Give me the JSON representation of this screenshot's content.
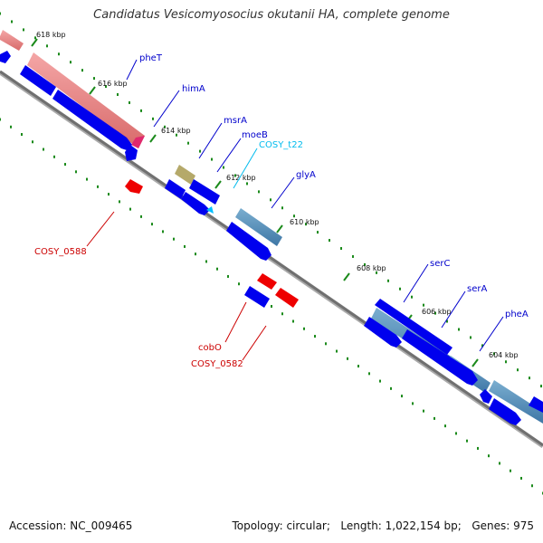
{
  "title": "Candidatus Vesicomyosocius okutanii HA, complete genome",
  "footer": {
    "accession": "Accession: NC_009465",
    "topology": "Topology: circular;",
    "length": "Length: 1,022,154 bp;",
    "genes": "Genes: 975"
  },
  "scale_labels": [
    "618 kbp",
    "616 kbp",
    "614 kbp",
    "612 kbp",
    "610 kbp",
    "608 kbp",
    "606 kbp",
    "604 kbp"
  ],
  "gene_labels": {
    "pheT": "pheT",
    "himA": "himA",
    "msrA": "msrA",
    "moeB": "moeB",
    "COSY_t22": "COSY_t22",
    "glyA": "glyA",
    "COSY_0588": "COSY_0588",
    "serC": "serC",
    "serA": "serA",
    "pheA": "pheA",
    "cobO": "cobO",
    "COSY_0582": "COSY_0582"
  },
  "colors": {
    "backbone": "#808080",
    "cds_blue": "#0000ee",
    "cds_red": "#ee0000",
    "rrna_pink": "#f08080",
    "steelblue": "#4682b4",
    "khaki": "#b5a96a",
    "trna": "#00bfff",
    "gc_tick": "#1b8a1b",
    "label_blue": "#0000cc",
    "label_red": "#cc0000",
    "label_cyan": "#00bbee"
  }
}
